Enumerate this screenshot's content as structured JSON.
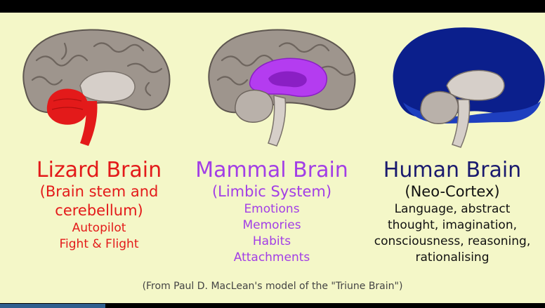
{
  "colors": {
    "background": "#f4f7c8",
    "lizard": "#e31a1a",
    "mammal": "#a23ee6",
    "human": "#1a1a6e",
    "neocortex": "#0b1f8c",
    "brain_gray": "#9e958d"
  },
  "brains": {
    "lizard": {
      "title": "Lizard Brain",
      "subtitle_line1": "(Brain stem and",
      "subtitle_line2": "cerebellum)",
      "items": [
        "Autopilot",
        "Fight & Flight"
      ]
    },
    "mammal": {
      "title": "Mammal Brain",
      "subtitle": "(Limbic System)",
      "items": [
        "Emotions",
        "Memories",
        "Habits",
        "Attachments"
      ]
    },
    "human": {
      "title": "Human Brain",
      "subtitle": "(Neo-Cortex)",
      "items": [
        "Language, abstract",
        "thought, imagination,",
        "consciousness, reasoning,",
        "rationalising"
      ]
    }
  },
  "source_note": "(From Paul D. MacLean's model of the \"Triune Brain\")"
}
